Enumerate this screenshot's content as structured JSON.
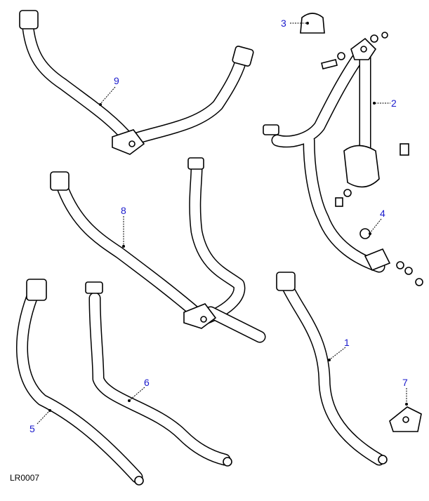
{
  "diagram": {
    "reference_code": "LR0007",
    "callouts": [
      {
        "id": "1",
        "label": "1"
      },
      {
        "id": "2",
        "label": "2"
      },
      {
        "id": "3",
        "label": "3"
      },
      {
        "id": "4",
        "label": "4"
      },
      {
        "id": "5",
        "label": "5"
      },
      {
        "id": "6",
        "label": "6"
      },
      {
        "id": "7",
        "label": "7"
      },
      {
        "id": "8",
        "label": "8"
      },
      {
        "id": "9",
        "label": "9"
      }
    ],
    "colors": {
      "callout": "#1a1acc",
      "line": "#000000"
    }
  }
}
